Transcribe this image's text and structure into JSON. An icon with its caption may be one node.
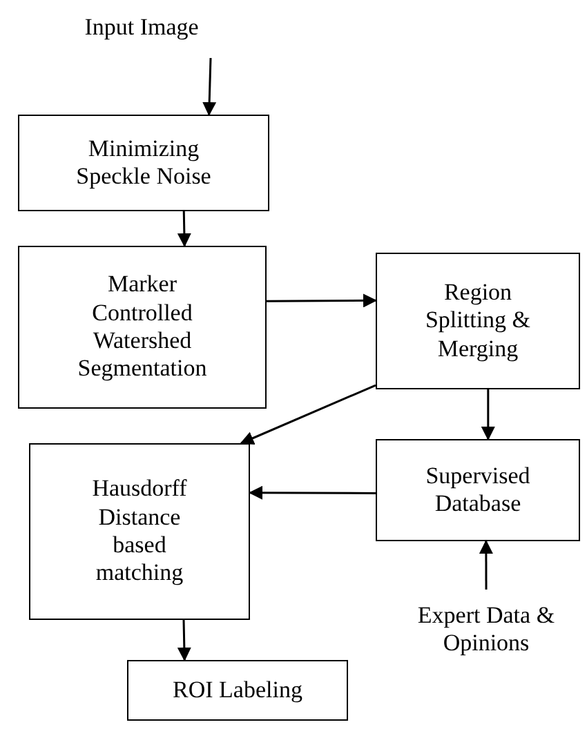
{
  "diagram": {
    "nodes": [
      {
        "text": [
          "Input Image"
        ]
      },
      {
        "text": [
          "Minimizing Speckle Noise"
        ]
      },
      {
        "text": [
          "Marker Controlled Watershed Segmentation"
        ]
      },
      {
        "text": [
          "Region Splitting & Merging"
        ]
      },
      {
        "text": [
          "Supervised Database"
        ]
      },
      {
        "text": [
          "Hausdorff Distance based matching"
        ]
      },
      {
        "text": [
          "ROI Labeling"
        ]
      },
      {
        "text": [
          "Expert Data & Opinions"
        ]
      }
    ],
    "edges": [
      {
        "from": 0,
        "to": 1,
        "arrow": "to"
      },
      {
        "from": 1,
        "to": 2,
        "arrow": "to"
      },
      {
        "from": 2,
        "to": 3,
        "arrow": "to"
      },
      {
        "from": 3,
        "to": 5,
        "arrow": "to"
      },
      {
        "from": 3,
        "to": 4,
        "arrow": "to"
      },
      {
        "from": 4,
        "to": 5,
        "arrow": "to"
      },
      {
        "from": 5,
        "to": 6,
        "arrow": "to"
      },
      {
        "from": 7,
        "to": 4,
        "arrow": "to"
      }
    ]
  }
}
